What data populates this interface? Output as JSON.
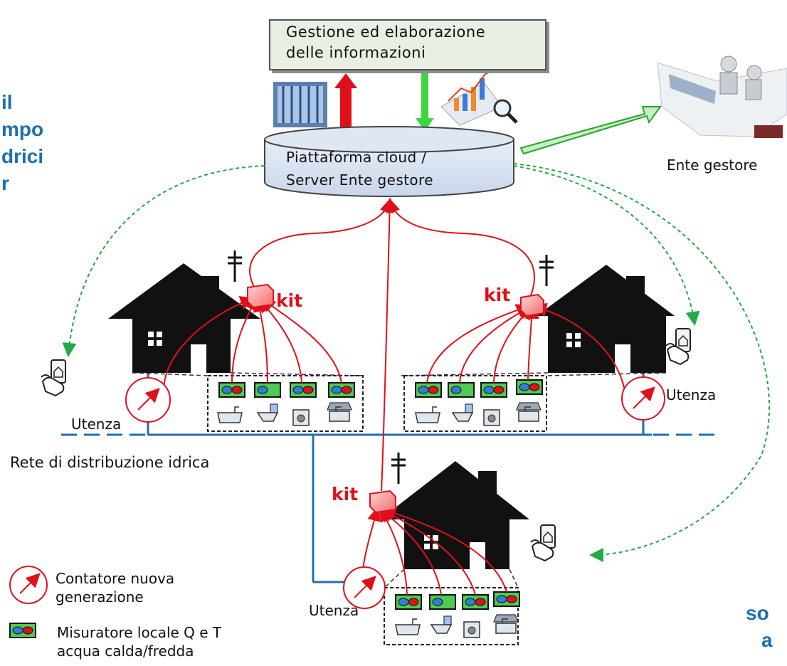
{
  "top_box": {
    "line1": "Gestione ed elaborazione",
    "line2": "delle informazioni"
  },
  "cloud": {
    "line1": "Piattaforma cloud /",
    "line2": "Server Ente gestore"
  },
  "ente_gestore": "Ente gestore",
  "network_label": "Rete di distribuzione idrica",
  "utenza": "Utenza",
  "kit": "kit",
  "legend": {
    "meter_line1": "Contatore nuova",
    "meter_line2": "generazione",
    "local_line1": "Misuratore locale Q e T",
    "local_line2": "acqua calda/fredda"
  },
  "side_text_fragments": {
    "left": [
      "il",
      "mpo",
      "drici",
      "r"
    ],
    "bottom_right": [
      "so",
      "a"
    ]
  },
  "colors": {
    "signal": "#e0101a",
    "water": "#1f6fb2",
    "house": "#111111",
    "accent": "#1a6fb0",
    "feedback": "#22aa44"
  }
}
